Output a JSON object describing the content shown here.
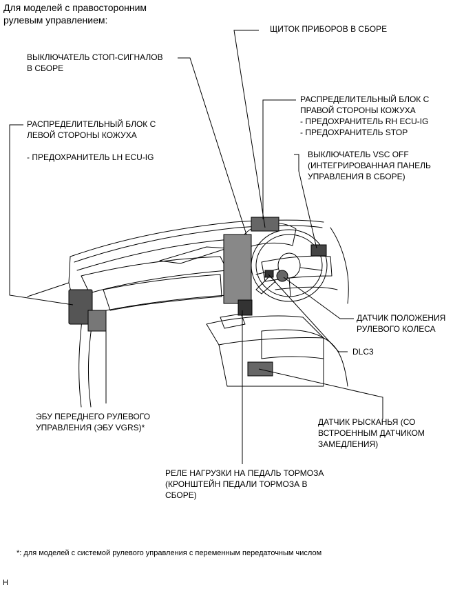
{
  "header": {
    "line1": "Для моделей с правосторонним",
    "line2": "рулевым управлением:"
  },
  "labels": {
    "instrument_cluster": "ЩИТОК ПРИБОРОВ В СБОРЕ",
    "stop_switch_1": "ВЫКЛЮЧАТЕЛЬ СТОП-СИГНАЛОВ",
    "stop_switch_2": "В СБОРЕ",
    "rh_block_1": "РАСПРЕДЕЛИТЕЛЬНЫЙ БЛОК С",
    "rh_block_2": "ПРАВОЙ СТОРОНЫ КОЖУХА",
    "rh_block_3": "- ПРЕДОХРАНИТЕЛЬ RH ECU-IG",
    "rh_block_4": "- ПРЕДОХРАНИТЕЛЬ STOP",
    "lh_block_1": "РАСПРЕДЕЛИТЕЛЬНЫЙ БЛОК С",
    "lh_block_2": "ЛЕВОЙ СТОРОНЫ КОЖУХА",
    "lh_block_3": "- ПРЕДОХРАНИТЕЛЬ LH ECU-IG",
    "vsc_1": "ВЫКЛЮЧАТЕЛЬ VSC OFF",
    "vsc_2": "(ИНТЕГРИРОВАННАЯ ПАНЕЛЬ",
    "vsc_3": "УПРАВЛЕНИЯ В СБОРЕ)",
    "steer_sensor_1": "ДАТЧИК ПОЛОЖЕНИЯ",
    "steer_sensor_2": "РУЛЕВОГО КОЛЕСА",
    "dlc3": "DLC3",
    "vgrs_1": "ЭБУ ПЕРЕДНЕГО РУЛЕВОГО",
    "vgrs_2": "УПРАВЛЕНИЯ (ЭБУ VGRS)*",
    "yaw_1": "ДАТЧИК РЫСКАНЬЯ (СО",
    "yaw_2": "ВСТРОЕННЫМ ДАТЧИКОМ",
    "yaw_3": "ЗАМЕДЛЕНИЯ)",
    "relay_1": "РЕЛЕ НАГРУЗКИ НА ПЕДАЛЬ ТОРМОЗА",
    "relay_2": "(КРОНШТЕЙН ПЕДАЛИ ТОРМОЗА В",
    "relay_3": "СБОРЕ)"
  },
  "footnote": "*: для моделей с системой рулевого управления с переменным передаточным числом",
  "corner_mark": "H"
}
